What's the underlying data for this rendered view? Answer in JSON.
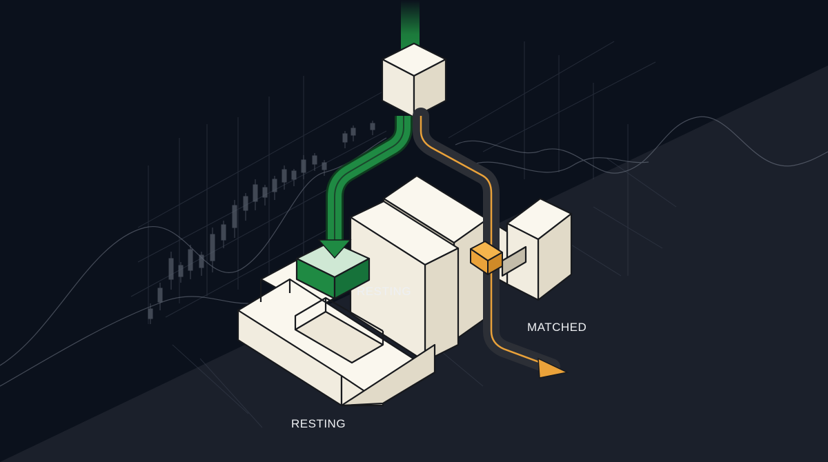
{
  "labels": {
    "resting_top": "RESTING",
    "resting_bottom": "RESTING",
    "matched": "MATCHED"
  },
  "colors": {
    "background": "#0b111c",
    "floor": "#1b202b",
    "block_face": "#f1ecdf",
    "block_stroke": "#17191d",
    "resting_green": "#1f8a43",
    "matched_amber": "#eaa23a",
    "label_text": "#eef0f3"
  },
  "icons": [
    "incoming-order-cube-icon",
    "resting-arrow-icon",
    "matched-arrow-icon"
  ]
}
